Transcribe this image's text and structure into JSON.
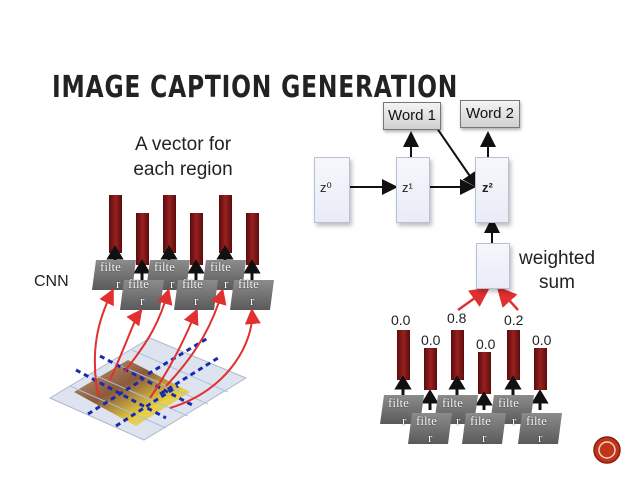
{
  "slide": {
    "title": "IMAGE CAPTION GENERATION",
    "caption_line1": "A vector for",
    "caption_line2": "each region",
    "cnn_label": "CNN",
    "filter_label_top": "filte",
    "filter_label_bottom": "r",
    "word1": "Word 1",
    "word2": "Word 2",
    "z0": "z⁰",
    "z1": "z¹",
    "z2": "z²",
    "weighted_line1": "weighted",
    "weighted_line2": "sum",
    "weights": [
      "0.0",
      "0.0",
      "0.8",
      "0.0",
      "0.2",
      "0.0"
    ]
  },
  "colors": {
    "feature_bar": "#7a1414",
    "arrow_red": "#e03030",
    "dotted_grid": "#1a2ab0",
    "nav_button": "#c0341a"
  },
  "icons": [
    "arrow-up-icon",
    "nav-circle-icon"
  ]
}
